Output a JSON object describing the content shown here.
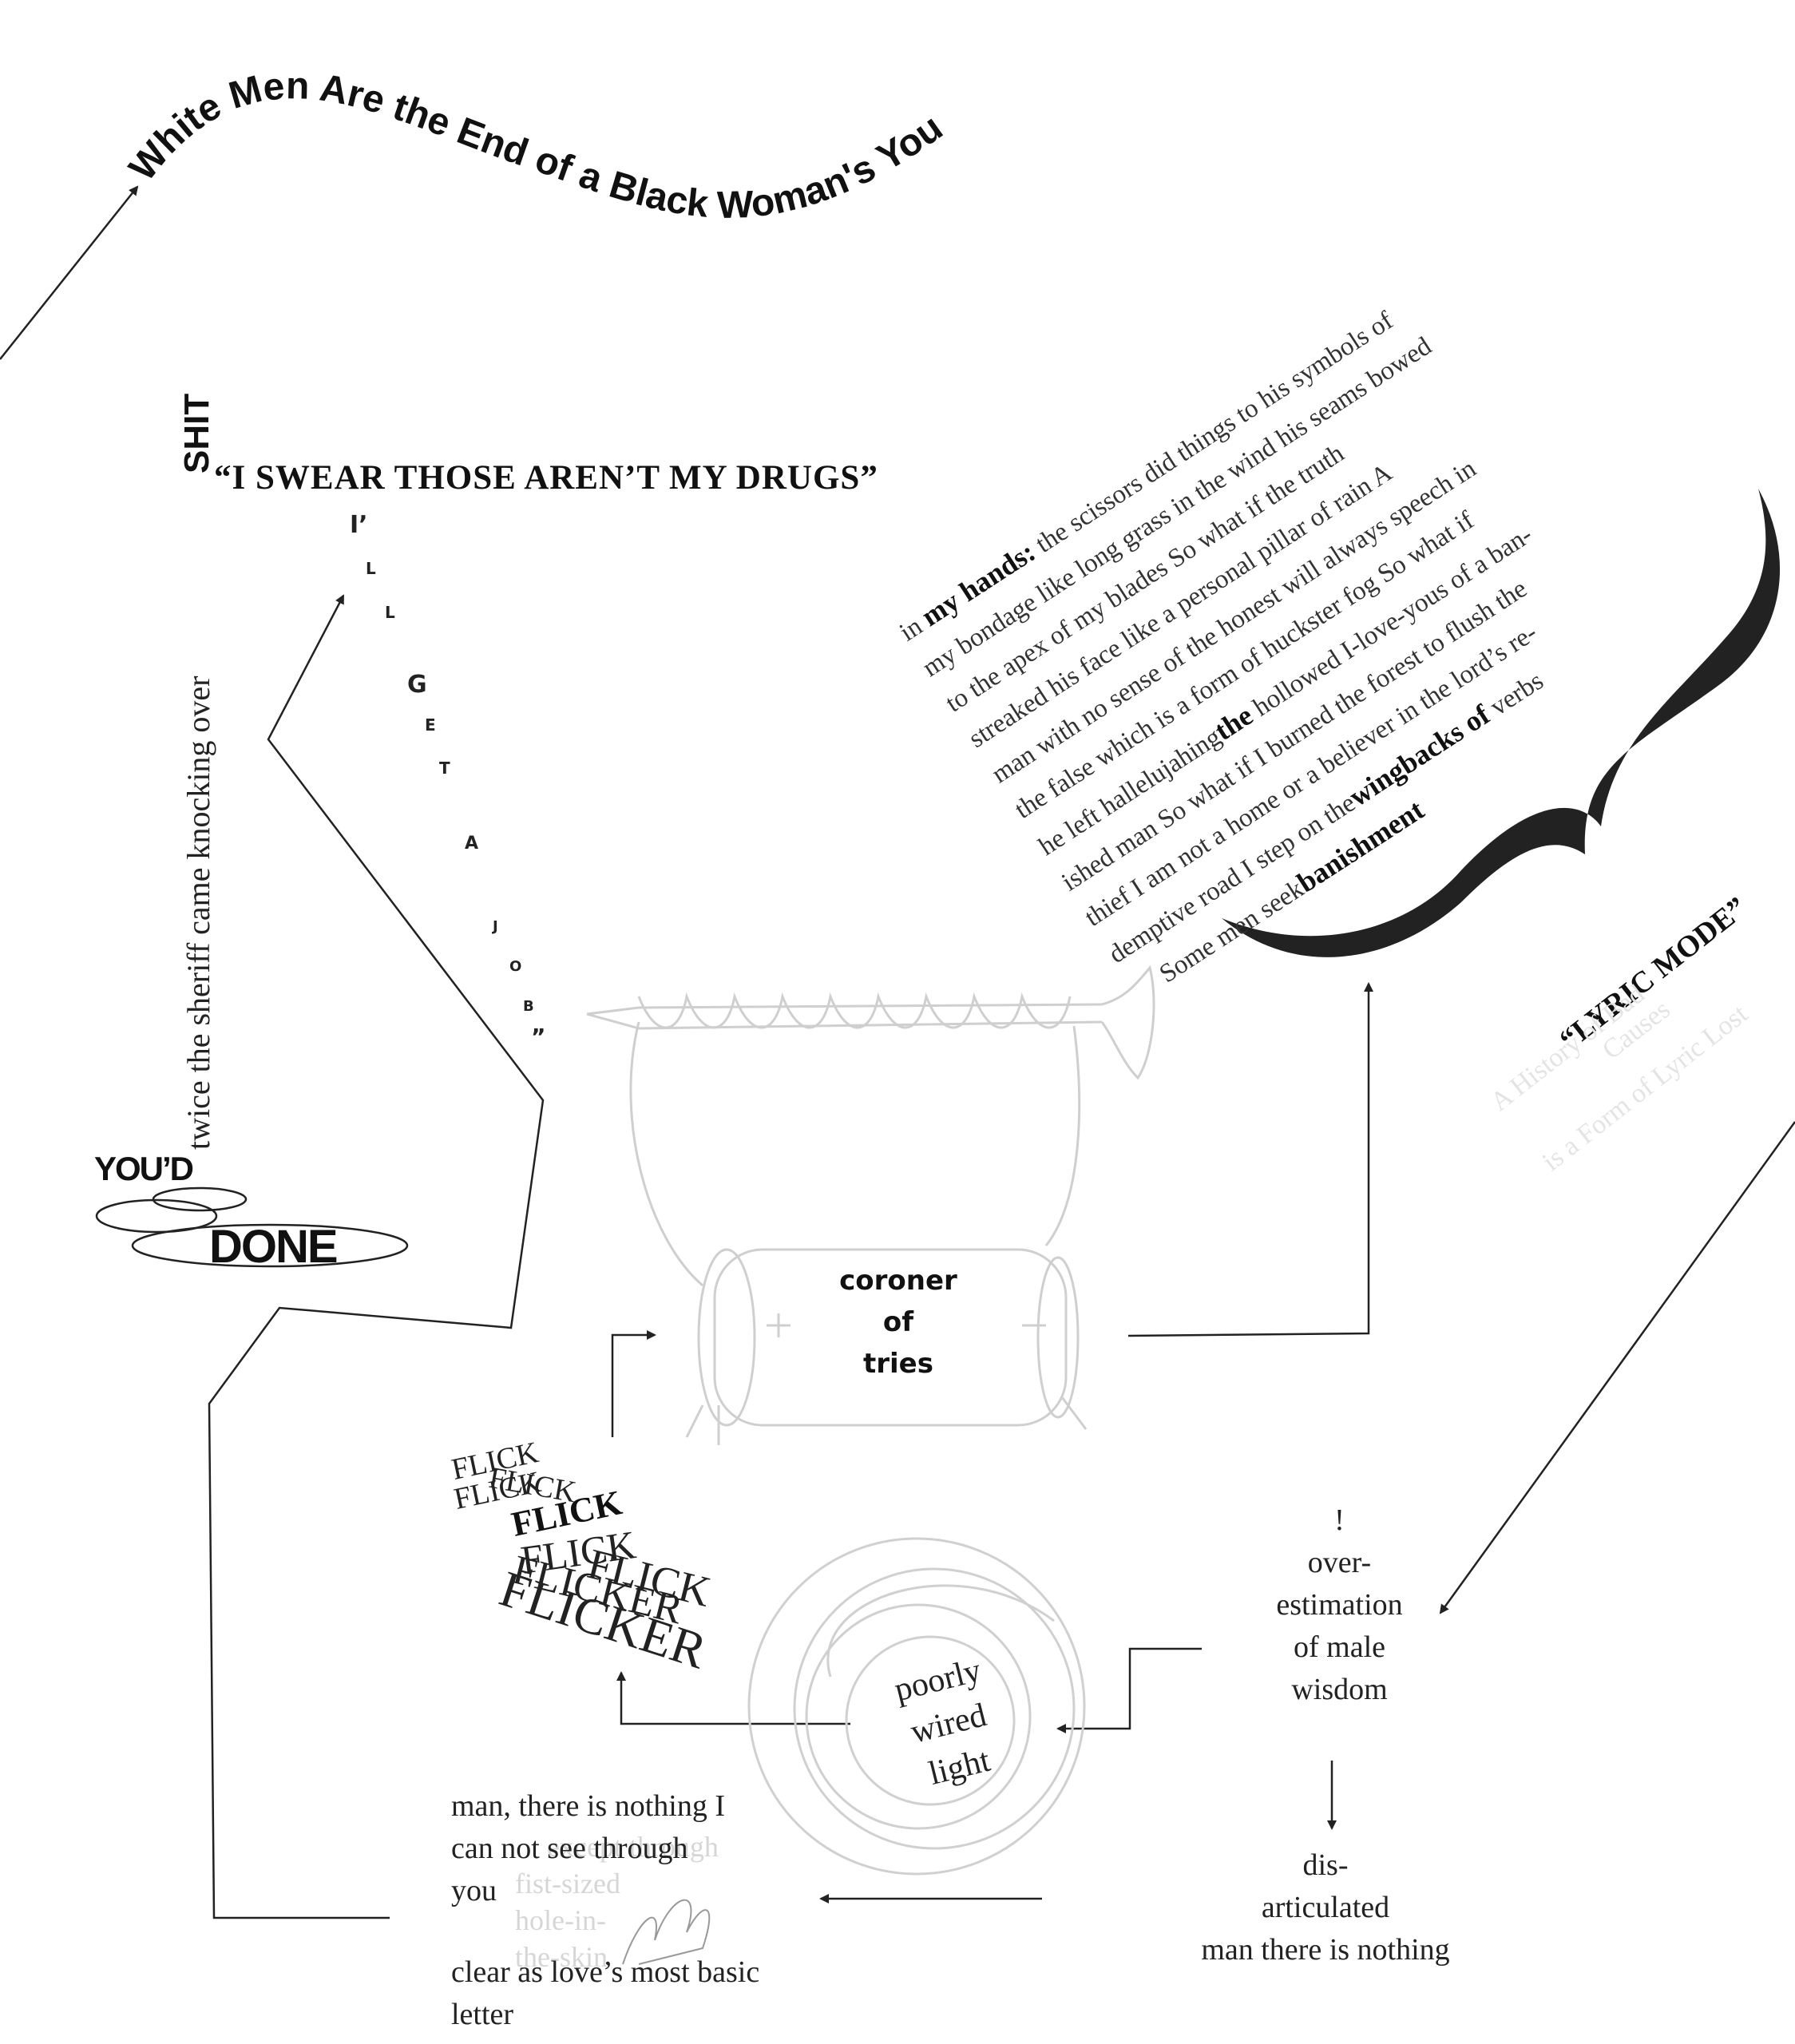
{
  "title": "White Men Are the End of a Black Woman's Youth",
  "drugs_quote": "“I SWEAR THOSE AREN’T MY DRUGS”",
  "shit_word": "SHIT",
  "sheriff_line": "twice the sheriff came knocking over",
  "job_quote": [
    "I’",
    "L",
    "L",
    "G",
    "E",
    "T",
    "A",
    "J",
    "O",
    "B",
    "”"
  ],
  "youd": "YOU’D",
  "done": "DONE",
  "passage": {
    "l1_pre": "in",
    "l1_bold": "my hands:",
    "l1_post": "the scissors did things to his symbols of",
    "l2": "my bondage  like long grass in the wind his seams bowed",
    "l3": "to the apex of  my blades                So what if  the truth",
    "l4": "streaked his face like a personal pillar of  rain           A",
    "l5": "man with no sense of  the honest will always speech in",
    "l6": "the false which is a form of huckster fog        So what if",
    "l7_pre": "he left hallelujahing",
    "l7_bold": "the",
    "l7_post": "hollowed I-love-yous of a ban-",
    "l8": "ished man     So what if I burned the forest to flush the",
    "l9_pre": "thief    I am not a home or a believer in the lord’s re-",
    "l10_pre": "demptive road            I step on the",
    "l10_bold": "wingbacks of",
    "l10_post": "verbs",
    "l11_pre": "Some men seek",
    "l11_bold": "banishment"
  },
  "lyric_mode": "“LYRIC MODE”",
  "faded_lines": [
    "A  History of  Bad",
    "Causes",
    "is a Form of Lyric Lost"
  ],
  "coroner": [
    "coroner",
    "of",
    "tries"
  ],
  "flicks": [
    "FLICK",
    "FLICK",
    "FLICK",
    "FLICK",
    "FLICK",
    "FLICKER",
    "FLICKER"
  ],
  "overestimation": [
    "!",
    "over-",
    "estimation",
    "of male",
    "wisdom"
  ],
  "poorly": [
    "poorly",
    "wired",
    "light"
  ],
  "disarticulated": [
    "dis-",
    "articulated",
    "man there is nothing"
  ],
  "man_lines": [
    "man, there is nothing I",
    "can not see through",
    "you"
  ],
  "faded_fist": [
    "except through",
    "fist-sized",
    "hole-in-",
    "the-skin"
  ],
  "clear_lines": [
    "clear as love’s most basic",
    "letter"
  ]
}
